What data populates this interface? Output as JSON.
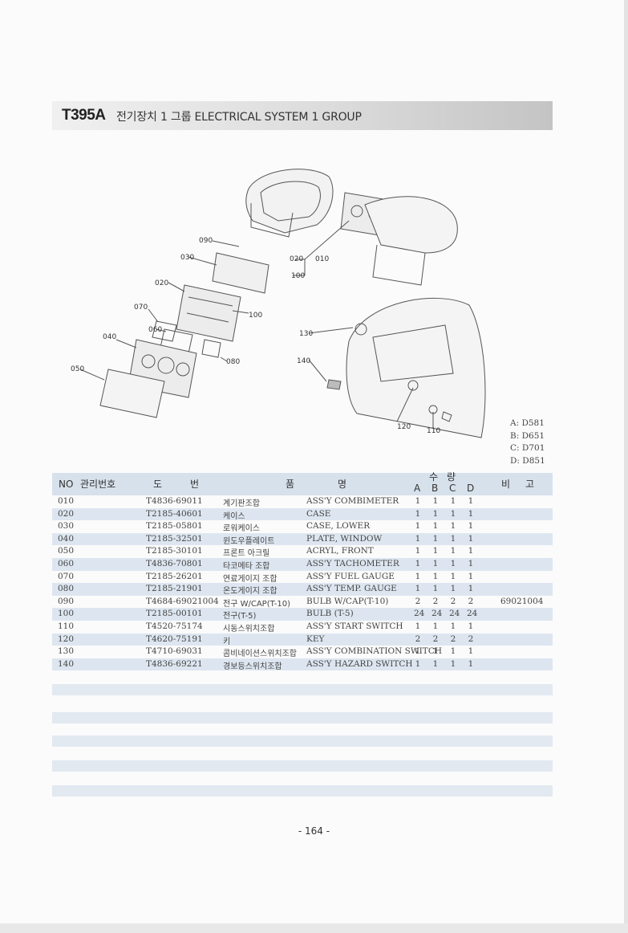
{
  "header": {
    "code": "T395A",
    "title": "전기장치 1 그룹  ELECTRICAL SYSTEM 1 GROUP"
  },
  "diagram": {
    "labels": [
      "090",
      "030",
      "020",
      "070",
      "060",
      "040",
      "050",
      "100",
      "080",
      "020",
      "010",
      "100",
      "130",
      "140",
      "120",
      "110"
    ]
  },
  "models": [
    "A: D581",
    "B: D651",
    "C: D701",
    "D: D851"
  ],
  "table": {
    "headers": {
      "no": "NO",
      "mgmt": "관리번호",
      "drawing_1": "도",
      "drawing_2": "번",
      "name_1": "품",
      "name_2": "명",
      "qty_1": "수",
      "qty_2": "량",
      "a": "A",
      "b": "B",
      "c": "C",
      "d": "D",
      "remark_1": "비",
      "remark_2": "고"
    },
    "rows": [
      {
        "no": "010",
        "part": "T4836-69011",
        "kr": "계기판조합",
        "en": "ASS'Y COMBIMETER",
        "a": "1",
        "b": "1",
        "c": "1",
        "d": "1",
        "remark": ""
      },
      {
        "no": "020",
        "part": "T2185-40601",
        "kr": "케이스",
        "en": "CASE",
        "a": "1",
        "b": "1",
        "c": "1",
        "d": "1",
        "remark": ""
      },
      {
        "no": "030",
        "part": "T2185-05801",
        "kr": "로워케이스",
        "en": "CASE, LOWER",
        "a": "1",
        "b": "1",
        "c": "1",
        "d": "1",
        "remark": ""
      },
      {
        "no": "040",
        "part": "T2185-32501",
        "kr": "윈도우플레이트",
        "en": "PLATE, WINDOW",
        "a": "1",
        "b": "1",
        "c": "1",
        "d": "1",
        "remark": ""
      },
      {
        "no": "050",
        "part": "T2185-30101",
        "kr": "프론트 아크릴",
        "en": "ACRYL, FRONT",
        "a": "1",
        "b": "1",
        "c": "1",
        "d": "1",
        "remark": ""
      },
      {
        "no": "060",
        "part": "T4836-70801",
        "kr": "타코메타 조합",
        "en": "ASS'Y TACHOMETER",
        "a": "1",
        "b": "1",
        "c": "1",
        "d": "1",
        "remark": ""
      },
      {
        "no": "070",
        "part": "T2185-26201",
        "kr": "연료게이지 조합",
        "en": "ASS'Y FUEL GAUGE",
        "a": "1",
        "b": "1",
        "c": "1",
        "d": "1",
        "remark": ""
      },
      {
        "no": "080",
        "part": "T2185-21901",
        "kr": "온도게이지 조합",
        "en": "ASS'Y TEMP. GAUGE",
        "a": "1",
        "b": "1",
        "c": "1",
        "d": "1",
        "remark": ""
      },
      {
        "no": "090",
        "part": "T4684-69021004",
        "kr": "전구 W/CAP(T-10)",
        "en": "BULB W/CAP(T-10)",
        "a": "2",
        "b": "2",
        "c": "2",
        "d": "2",
        "remark": "69021004"
      },
      {
        "no": "100",
        "part": "T2185-00101",
        "kr": "전구(T-5)",
        "en": "BULB (T-5)",
        "a": "24",
        "b": "24",
        "c": "24",
        "d": "24",
        "remark": ""
      },
      {
        "no": "110",
        "part": "T4520-75174",
        "kr": "시동스위치조합",
        "en": "ASS'Y START SWITCH",
        "a": "1",
        "b": "1",
        "c": "1",
        "d": "1",
        "remark": ""
      },
      {
        "no": "120",
        "part": "T4620-75191",
        "kr": "키",
        "en": "KEY",
        "a": "2",
        "b": "2",
        "c": "2",
        "d": "2",
        "remark": ""
      },
      {
        "no": "130",
        "part": "T4710-69031",
        "kr": "콤비네이션스위치조합",
        "en": "ASS'Y COMBINATION SWITCH",
        "a": "1",
        "b": "1",
        "c": "1",
        "d": "1",
        "remark": ""
      },
      {
        "no": "140",
        "part": "T4836-69221",
        "kr": "경보등스위치조합",
        "en": "ASS'Y HAZARD SWITCH",
        "a": "1",
        "b": "1",
        "c": "1",
        "d": "1",
        "remark": ""
      }
    ]
  },
  "footer": {
    "page_number": "- 164 -"
  }
}
